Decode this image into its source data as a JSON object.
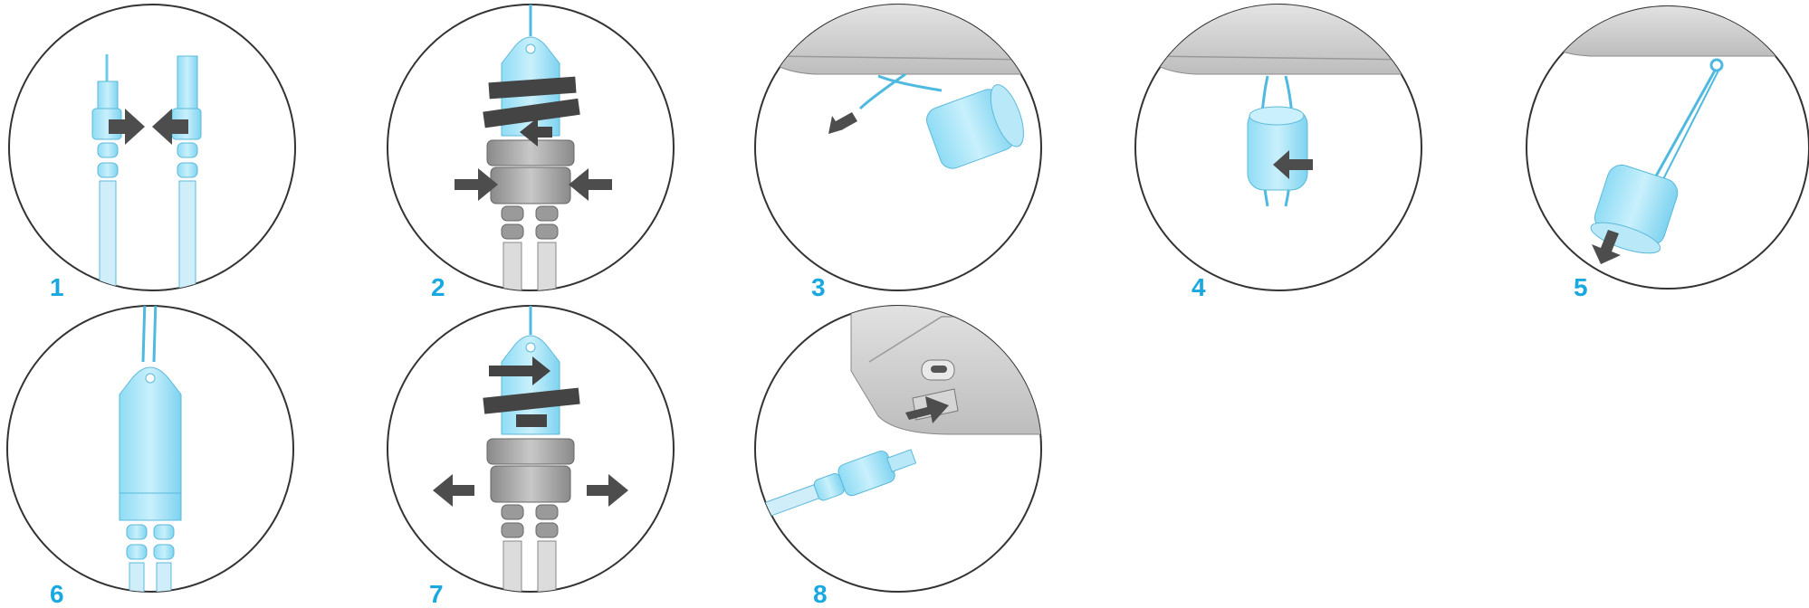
{
  "accent_color": "#1aa8e0",
  "steps": [
    {
      "number": "1"
    },
    {
      "number": "2"
    },
    {
      "number": "3"
    },
    {
      "number": "4"
    },
    {
      "number": "5"
    },
    {
      "number": "6"
    },
    {
      "number": "7"
    },
    {
      "number": "8"
    }
  ]
}
